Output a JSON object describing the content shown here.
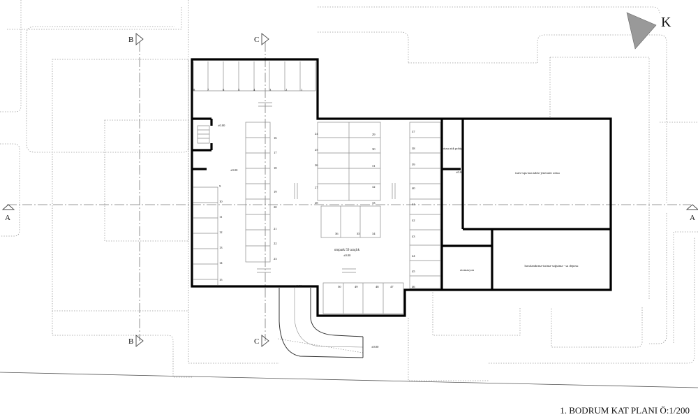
{
  "caption": "1. BODRUM KAT PLANI Ö:1/200",
  "north_label": "K",
  "sections": {
    "a": "A",
    "b": "B",
    "c": "C"
  },
  "rooms": {
    "trafo": "trafo-ups-ana tablo-jeneratör odası",
    "havalandirma": "havalandırma-isıtma-soğutma - su deposu",
    "otomasyon": "otomasyon",
    "pis_su": "pissu atık pobip",
    "otopark": "otopark 59 araçlık"
  },
  "level_mark": "±0.00",
  "spots": {
    "top_row": [
      "8",
      "7",
      "6",
      "5",
      "4",
      "3",
      "2",
      "1"
    ],
    "col_left": [
      "9",
      "10",
      "11",
      "12",
      "13",
      "14",
      "15"
    ],
    "col_mid_left": [
      "16",
      "17",
      "18",
      "19",
      "20",
      "21",
      "22",
      "23"
    ],
    "col_center_left": [
      "24",
      "25",
      "26",
      "27",
      "28"
    ],
    "col_center_right": [
      "29",
      "30",
      "31",
      "32",
      "33"
    ],
    "col_right": [
      "37",
      "38",
      "39",
      "40",
      "41",
      "42",
      "43",
      "44",
      "45",
      "46"
    ],
    "center_block": [
      "36",
      "35",
      "34"
    ],
    "bottom_row": [
      "50",
      "49",
      "48",
      "47"
    ]
  }
}
